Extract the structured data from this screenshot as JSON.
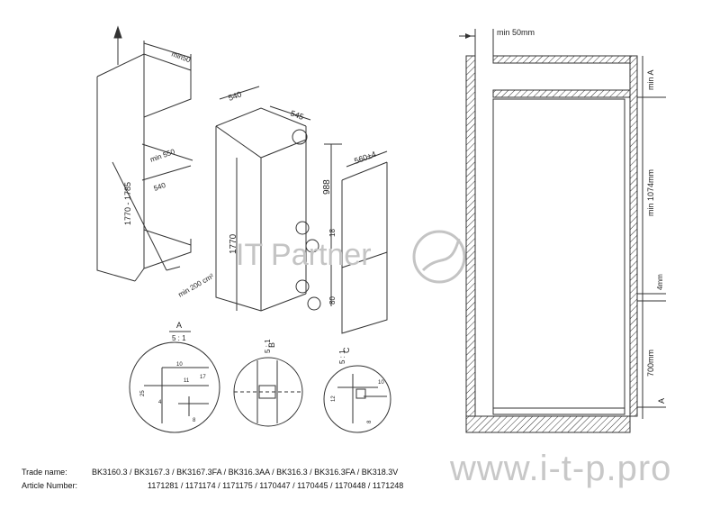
{
  "watermark": {
    "brand": "IT Partner",
    "url": "www.i-t-p.pro"
  },
  "left_drawing": {
    "top_min": "min50",
    "height_range": "1770 - 1785",
    "niche_depth": "min 550",
    "niche_width": "540",
    "vent_area": "min 200 cm²"
  },
  "middle_drawing": {
    "width": "540",
    "depth": "545",
    "total_height": "1770",
    "upper_height": "988",
    "door_depth": "560±4",
    "gap_top": "18",
    "gap_bottom": "80"
  },
  "details": {
    "a": {
      "label": "A",
      "scale": "5 : 1",
      "dims": [
        "25",
        "10",
        "4",
        "11",
        "17",
        "8"
      ]
    },
    "b": {
      "label": "B",
      "scale": "5 : 1"
    },
    "c": {
      "label": "C",
      "scale": "5 : 1",
      "dims": [
        "12",
        "8",
        "10"
      ]
    }
  },
  "right_drawing": {
    "top_gap": "min 50mm",
    "min_a": "min A",
    "upper": "min 1074mm",
    "mid_gap": "4mm",
    "lower": "700mm",
    "bottom": "A"
  },
  "footer": {
    "trade_label": "Trade name:",
    "trade_value": "BK3160.3 / BK3167.3 / BK3167.3FA / BK316.3AA / BK316.3 / BK316.3FA / BK318.3V",
    "article_label": "Article Number:",
    "article_value": "1171281 / 1171174 / 1171175 / 1170447 / 1170445 / 1170448 / 1171248"
  }
}
